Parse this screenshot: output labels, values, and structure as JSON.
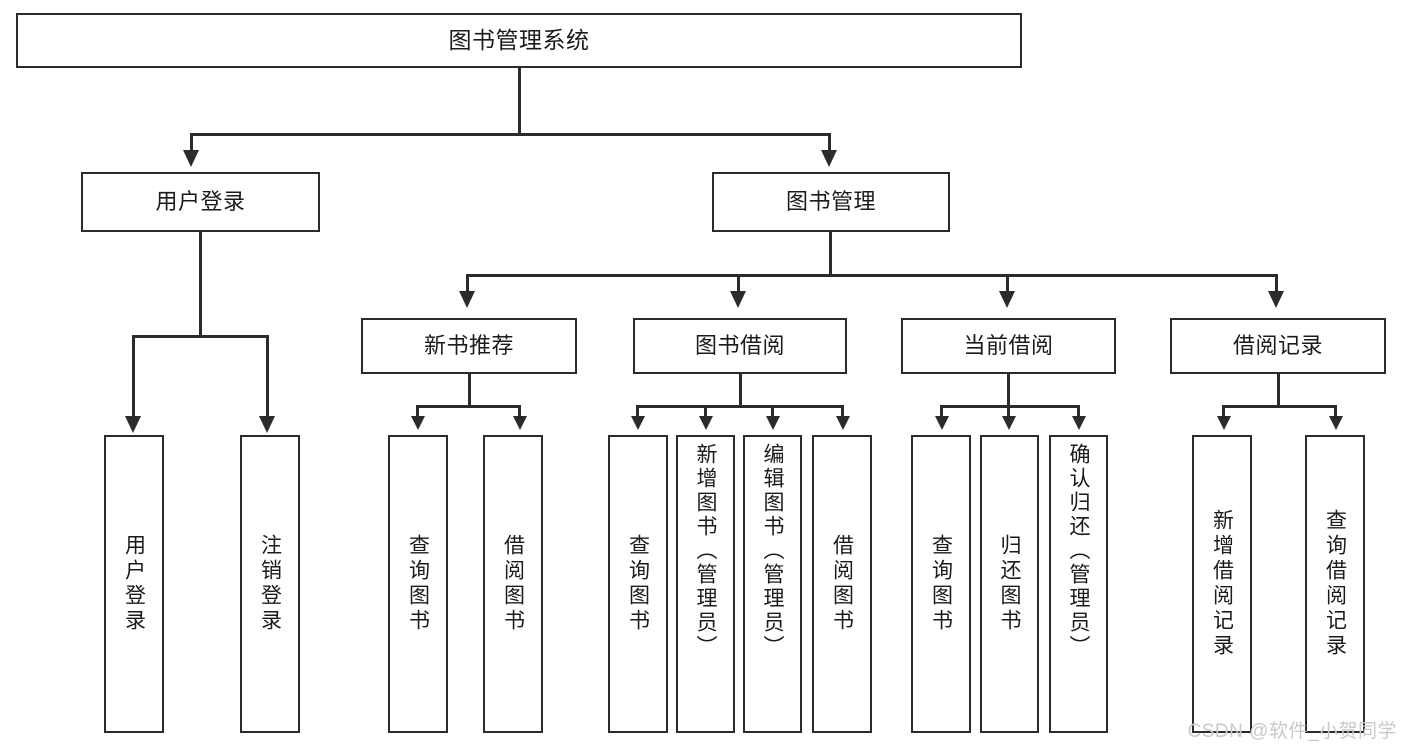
{
  "diagram": {
    "type": "tree-hierarchy",
    "title": "图书管理系统",
    "root": {
      "label": "图书管理系统"
    },
    "tier2": [
      {
        "label": "用户登录"
      },
      {
        "label": "图书管理"
      }
    ],
    "tier3": [
      {
        "label": "新书推荐"
      },
      {
        "label": "图书借阅"
      },
      {
        "label": "当前借阅"
      },
      {
        "label": "借阅记录"
      }
    ],
    "leaves": {
      "user_login": [
        {
          "label": "用户登录"
        },
        {
          "label": "注销登录"
        }
      ],
      "new_book_recommend": [
        {
          "label": "查询图书"
        },
        {
          "label": "借阅图书"
        }
      ],
      "book_borrow": [
        {
          "label": "查询图书"
        },
        {
          "label": "新增图书（管理员）"
        },
        {
          "label": "编辑图书（管理员）"
        },
        {
          "label": "借阅图书"
        }
      ],
      "current_borrow": [
        {
          "label": "查询图书"
        },
        {
          "label": "归还图书"
        },
        {
          "label": "确认归还（管理员）"
        }
      ],
      "borrow_record": [
        {
          "label": "新增借阅记录"
        },
        {
          "label": "查询借阅记录"
        }
      ]
    }
  },
  "watermark": {
    "text": "CSDN @软件_小贺同学"
  },
  "colors": {
    "stroke": "#2b2b2b",
    "fill": "#ffffff",
    "text": "#1b1b1b",
    "watermark": "#c9c9c9"
  }
}
